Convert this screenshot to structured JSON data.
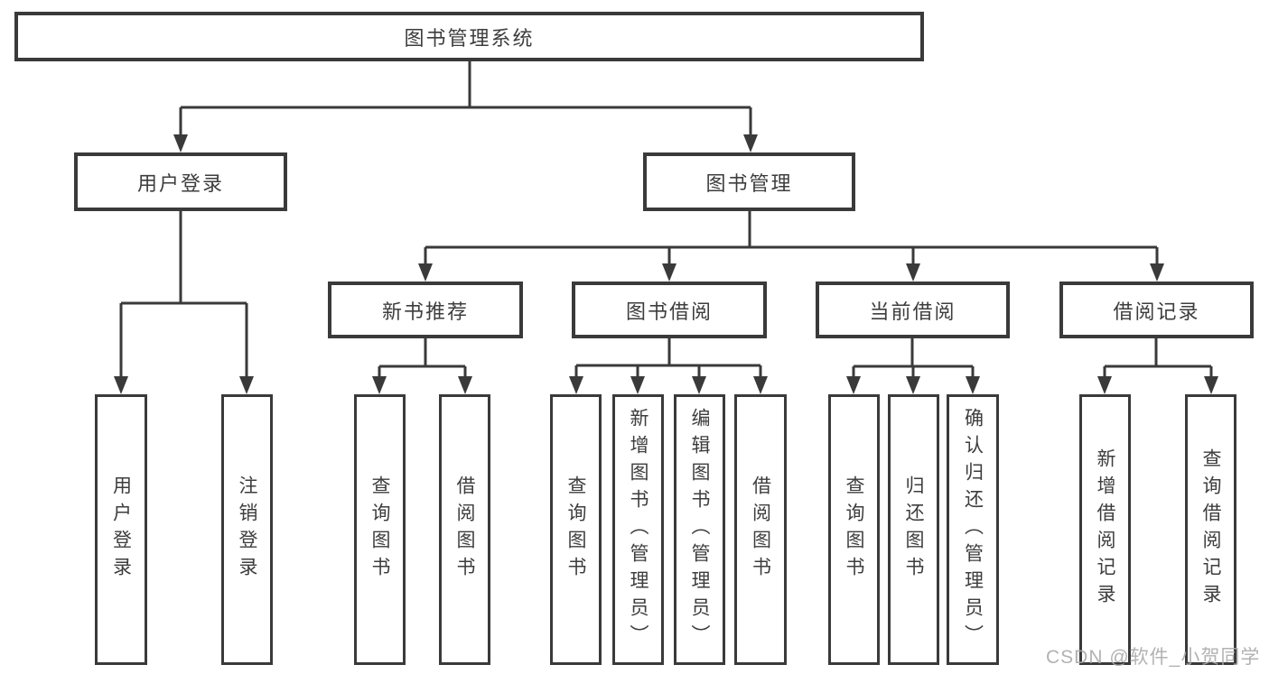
{
  "diagram": {
    "root": {
      "label": "图书管理系统"
    },
    "branches": [
      {
        "label": "用户登录",
        "children": [
          "用户登录",
          "注销登录"
        ]
      },
      {
        "label": "图书管理",
        "sections": [
          {
            "label": "新书推荐",
            "children": [
              "查询图书",
              "借阅图书"
            ]
          },
          {
            "label": "图书借阅",
            "children": [
              "查询图书",
              "新增图书（管理员）",
              "编辑图书（管理员）",
              "借阅图书"
            ]
          },
          {
            "label": "当前借阅",
            "children": [
              "查询图书",
              "归还图书",
              "确认归还（管理员）"
            ]
          },
          {
            "label": "借阅记录",
            "children": [
              "新增借阅记录",
              "查询借阅记录"
            ]
          }
        ]
      }
    ]
  },
  "watermark": "CSDN @软件_小贺同学",
  "colors": {
    "line": "#3a3a3a",
    "text": "#3d3d3d",
    "watermark": "#aaaaaa",
    "background": "#ffffff"
  }
}
